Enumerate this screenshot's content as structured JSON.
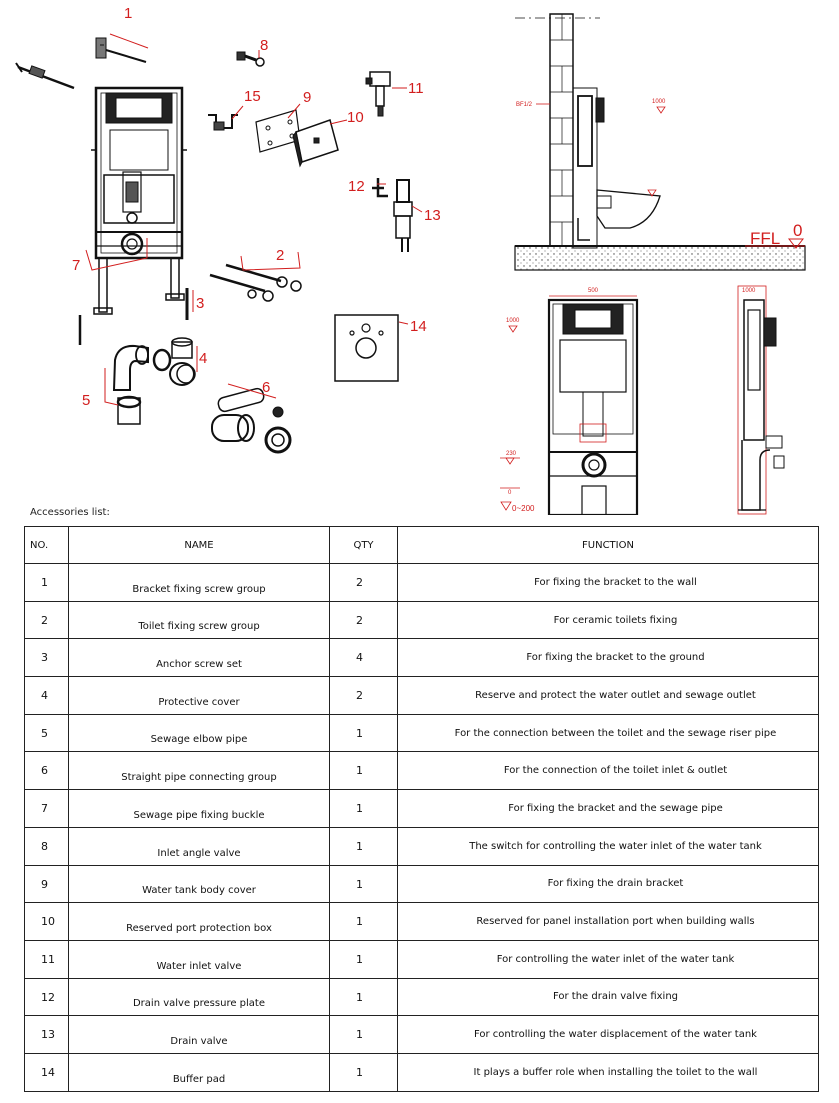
{
  "callouts": [
    "1",
    "2",
    "3",
    "4",
    "5",
    "6",
    "7",
    "8",
    "9",
    "10",
    "11",
    "12",
    "13",
    "14",
    "15"
  ],
  "drawing_labels": {
    "ffl": "FFL",
    "ffl_value": "0",
    "height_mark_1": "1000",
    "height_mark_2": "1000",
    "height_mark_3": "1000",
    "width_dim": "500",
    "inlet_height": "230",
    "floor_range": "0~200",
    "floor_zero": "0",
    "pipe_label": "BF1/2"
  },
  "accessories_label": "Accessories list:",
  "table": {
    "headers": {
      "no": "NO.",
      "name": "NAME",
      "qty": "QTY",
      "function": "FUNCTION"
    },
    "rows": [
      {
        "no": "1",
        "name": "Bracket fixing screw group",
        "qty": "2",
        "function": "For fixing the bracket to the wall"
      },
      {
        "no": "2",
        "name": "Toilet fixing screw group",
        "qty": "2",
        "function": "For ceramic toilets fixing"
      },
      {
        "no": "3",
        "name": "Anchor screw set",
        "qty": "4",
        "function": "For fixing the bracket to the ground"
      },
      {
        "no": "4",
        "name": "Protective cover",
        "qty": "2",
        "function": "Reserve and protect the water outlet and sewage outlet"
      },
      {
        "no": "5",
        "name": "Sewage elbow pipe",
        "qty": "1",
        "function": "For the connection between the toilet and the sewage riser pipe"
      },
      {
        "no": "6",
        "name": "Straight pipe connecting group",
        "qty": "1",
        "function": "For the connection of the toilet inlet & outlet"
      },
      {
        "no": "7",
        "name": "Sewage pipe fixing buckle",
        "qty": "1",
        "function": "For fixing the bracket and the sewage pipe"
      },
      {
        "no": "8",
        "name": "Inlet angle valve",
        "qty": "1",
        "function": "The switch for controlling the water inlet of the water tank"
      },
      {
        "no": "9",
        "name": "Water tank body cover",
        "qty": "1",
        "function": "For fixing the drain bracket"
      },
      {
        "no": "10",
        "name": "Reserved port protection box",
        "qty": "1",
        "function": "Reserved for panel installation port when building walls"
      },
      {
        "no": "11",
        "name": "Water inlet valve",
        "qty": "1",
        "function": "For controlling the water inlet of the water tank"
      },
      {
        "no": "12",
        "name": "Drain valve pressure plate",
        "qty": "1",
        "function": "For the drain valve fixing"
      },
      {
        "no": "13",
        "name": "Drain valve",
        "qty": "1",
        "function": "For controlling the water displacement of the water tank"
      },
      {
        "no": "14",
        "name": "Buffer pad",
        "qty": "1",
        "function": "It plays a buffer role when installing the toilet to the wall"
      }
    ]
  },
  "colors": {
    "callout": "#d21e1e",
    "line": "#111111"
  }
}
